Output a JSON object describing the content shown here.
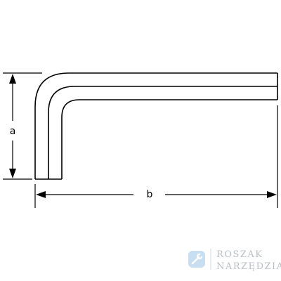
{
  "diagram": {
    "subject": "L-shaped hex key (Allen key) outline drawing",
    "dimensions": [
      {
        "id": "a",
        "label": "a"
      },
      {
        "id": "b",
        "label": "b"
      }
    ]
  },
  "watermark": {
    "brand_line1": "ROSZAK",
    "brand_line2": "NARZĘDZIA",
    "logo_icon": "wrench-icon",
    "logo_color": "#c7dff0",
    "text_color": "#b9c0c6"
  },
  "colors": {
    "line": "#000000",
    "background": "#ffffff"
  }
}
